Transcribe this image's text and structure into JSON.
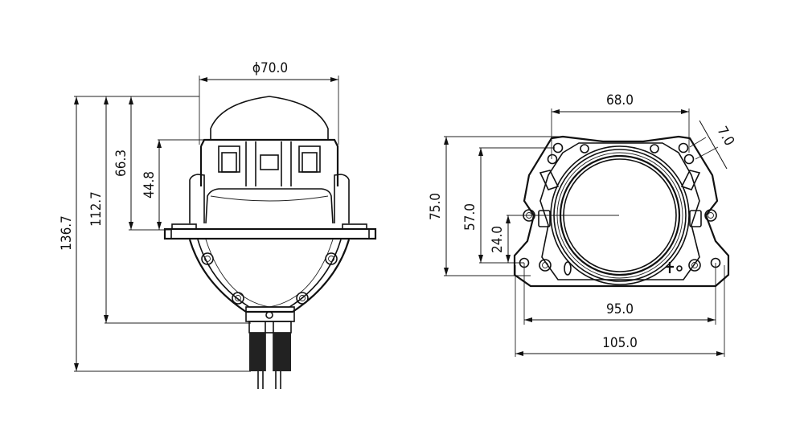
{
  "drawing": {
    "title": "Bi-LED projector lens dimension drawing",
    "side_view": {
      "dimensions": {
        "lens_diameter": "ϕ70.0",
        "total_height": "136.7",
        "height_to_connector": "112.7",
        "height_to_flange": "66.3",
        "lens_height_above_flange": "44.8"
      }
    },
    "front_view": {
      "dimensions": {
        "top_hole_span": "68.0",
        "hole_offset": "7.0",
        "overall_height": "75.0",
        "inner_height": "57.0",
        "center_height": "24.0",
        "hole_span_bottom": "95.0",
        "overall_width": "105.0"
      }
    }
  }
}
